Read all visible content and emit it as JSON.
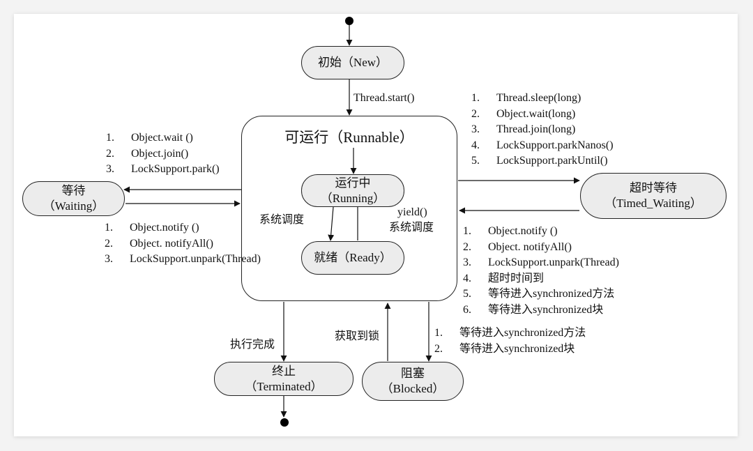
{
  "states": {
    "new": "初始（New）",
    "runnable": "可运行（Runnable）",
    "running_line1": "运行中",
    "running_line2": "（Running）",
    "ready": "就绪（Ready）",
    "waiting_line1": "等待",
    "waiting_line2": "（Waiting）",
    "timed_waiting_line1": "超时等待",
    "timed_waiting_line2": "（Timed_Waiting）",
    "terminated_line1": "终止",
    "terminated_line2": "（Terminated）",
    "blocked_line1": "阻塞",
    "blocked_line2": "（Blocked）"
  },
  "labels": {
    "thread_start": "Thread.start()",
    "scheduler_left": "系统调度",
    "yield": "yield()",
    "scheduler_right": "系统调度",
    "exec_complete": "执行完成",
    "acquire_lock": "获取到锁"
  },
  "transitions": {
    "to_waiting": [
      {
        "n": "1.",
        "text": "Object.wait ()"
      },
      {
        "n": "2.",
        "text": "Object.join()"
      },
      {
        "n": "3.",
        "text": "LockSupport.park()"
      }
    ],
    "from_waiting": [
      {
        "n": "1.",
        "text": "Object.notify ()"
      },
      {
        "n": "2.",
        "text": "Object. notifyAll()"
      },
      {
        "n": "3.",
        "text": "LockSupport.unpark(Thread)"
      }
    ],
    "to_timed_waiting": [
      {
        "n": "1.",
        "text": "Thread.sleep(long)"
      },
      {
        "n": "2.",
        "text": "Object.wait(long)"
      },
      {
        "n": "3.",
        "text": "Thread.join(long)"
      },
      {
        "n": "4.",
        "text": "LockSupport.parkNanos()"
      },
      {
        "n": "5.",
        "text": "LockSupport.parkUntil()"
      }
    ],
    "from_timed_waiting": [
      {
        "n": "1.",
        "text": "Object.notify ()"
      },
      {
        "n": "2.",
        "text": "Object. notifyAll()"
      },
      {
        "n": "3.",
        "text": "LockSupport.unpark(Thread)"
      },
      {
        "n": "4.",
        "text": "超时时间到"
      },
      {
        "n": "5.",
        "text": "等待进入synchronized方法"
      },
      {
        "n": "6.",
        "text": "等待进入synchronized块"
      }
    ],
    "to_blocked": [
      {
        "n": "1.",
        "text": "等待进入synchronized方法"
      },
      {
        "n": "2.",
        "text": "等待进入synchronized块"
      }
    ]
  }
}
